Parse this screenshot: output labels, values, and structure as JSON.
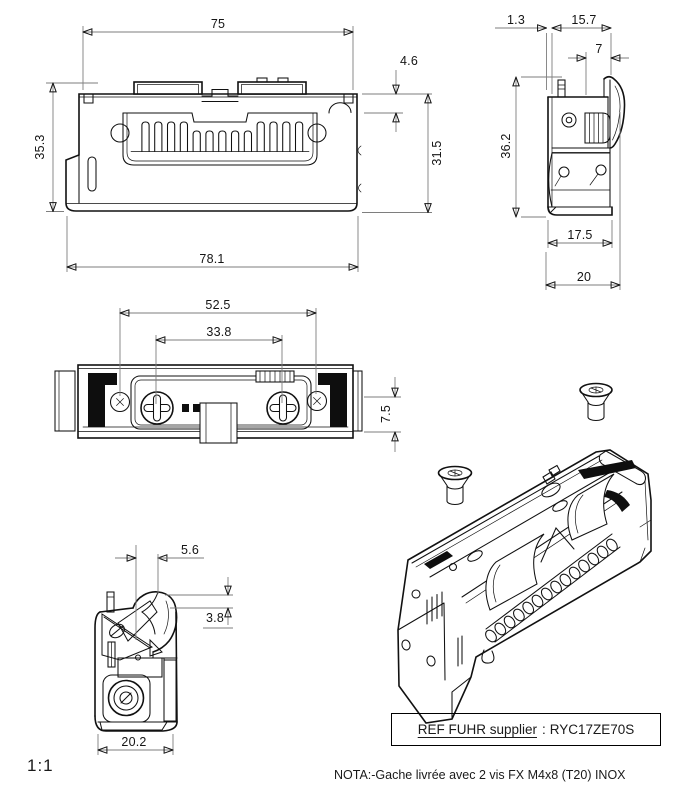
{
  "drawing": {
    "scale_label": "1:1",
    "note": "NOTA:-Gache livrée avec 2 vis FX M4x8 (T20) INOX",
    "ref_box": {
      "label": "REF FUHR supplier",
      "separator": ":",
      "value": "RYC17ZE70S"
    }
  },
  "dims": {
    "front": {
      "top_width": "75",
      "overall_height": "35.3",
      "overall_width": "78.1",
      "keeper_offset": "4.6",
      "side_height": "31.5"
    },
    "side": {
      "plate_thickness": "1.3",
      "depth": "15.7",
      "lip_width": "7",
      "height": "36.2",
      "body_depth": "17.5",
      "overall_depth": "20"
    },
    "top": {
      "outer_screw_spacing": "52.5",
      "inner_screw_spacing": "33.8",
      "lip_height": "7.5"
    },
    "detail": {
      "latch_offset": "5.6",
      "lip_drop": "3.8",
      "body_width": "20.2"
    }
  }
}
